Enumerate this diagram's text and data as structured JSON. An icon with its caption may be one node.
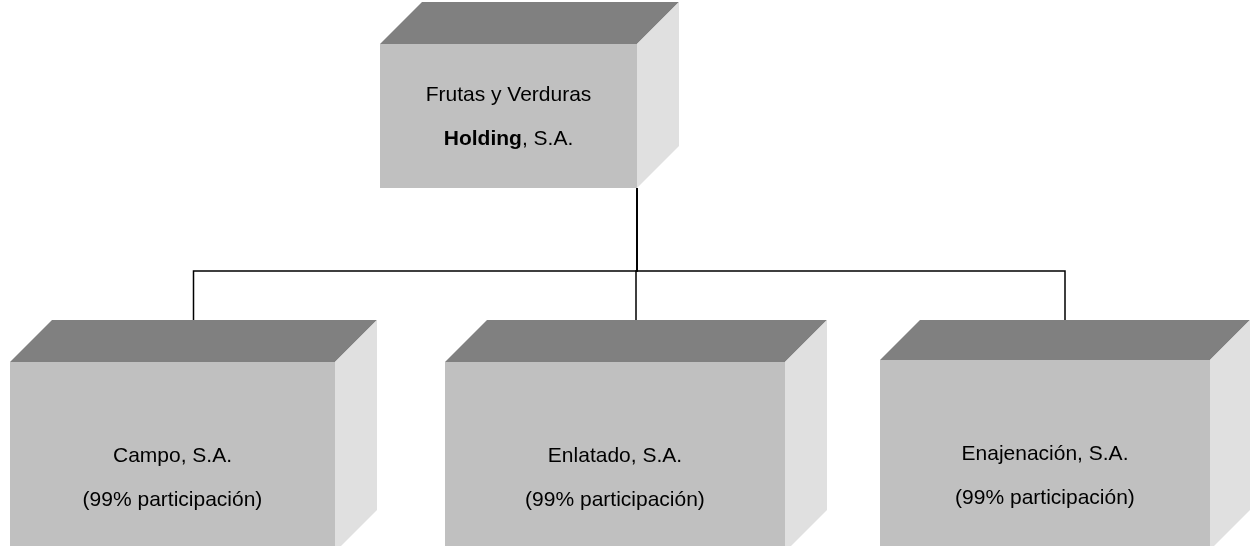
{
  "diagram": {
    "nodes": [
      {
        "text": [
          "Frutas y Verduras **Holding**, S.A."
        ]
      },
      {
        "text": [
          "Campo, S.A.",
          "(99% participación)"
        ]
      },
      {
        "text": [
          "Enlatado, S.A.",
          "(99% participación)"
        ]
      },
      {
        "text": [
          "Enajenación, S.A.",
          "(99% participación)"
        ]
      }
    ],
    "edges": [
      {
        "from": 0,
        "to": 1,
        "arrow": "none"
      },
      {
        "from": 0,
        "to": 2,
        "arrow": "none"
      },
      {
        "from": 0,
        "to": 3,
        "arrow": "none"
      }
    ]
  }
}
